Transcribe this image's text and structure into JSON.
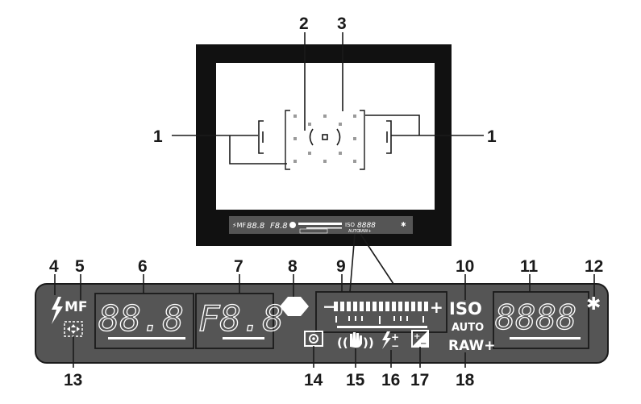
{
  "callouts": {
    "n1": "1",
    "n2": "2",
    "n3": "3",
    "n4": "4",
    "n5": "5",
    "n6": "6",
    "n7": "7",
    "n8": "8",
    "n9": "9",
    "n10": "10",
    "n11": "11",
    "n12": "12",
    "n13": "13",
    "n14": "14",
    "n15": "15",
    "n16": "16",
    "n17": "17",
    "n18": "18"
  },
  "display": {
    "mf": "MF",
    "shutter": "88.8",
    "aperture": "F8.8",
    "iso": "ISO",
    "iso_auto": "AUTO",
    "count": "8888",
    "raw": "RAW+",
    "exp_minus": "−",
    "exp_plus": "+"
  },
  "colors": {
    "lcd_bg": "#555555",
    "lcd_segment": "#ffffff",
    "frame_black": "#111111",
    "leader": "#1a1a1a"
  },
  "icons": [
    "flash-icon",
    "manual-focus-indicator",
    "af-point-icon",
    "focus-indicator-icon",
    "exposure-scale",
    "spot-metering-icon",
    "shake-reduction-icon",
    "flash-compensation-icon",
    "exposure-compensation-icon",
    "star-icon"
  ]
}
